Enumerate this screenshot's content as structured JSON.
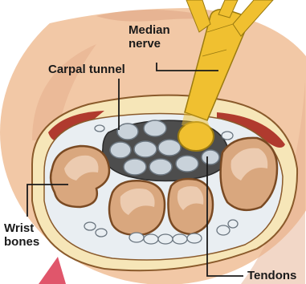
{
  "labels": {
    "median_nerve": "Median\nnerve",
    "carpal_tunnel": "Carpal tunnel",
    "wrist_bones": "Wrist\nbones",
    "tendons": "Tendons"
  },
  "colors": {
    "skin": "#f2c8a6",
    "skin_shadow": "#e0a787",
    "tissue_ring": "#f6e6b8",
    "muscle": "#b03a2e",
    "sheath": "#e9eef2",
    "tunnel": "#4d4d4d",
    "tendon": "#c9d2da",
    "bone": "#d9a77e",
    "bone_inner": "#eccbb0",
    "nerve": "#f0c030",
    "accent": "#e0566b"
  }
}
